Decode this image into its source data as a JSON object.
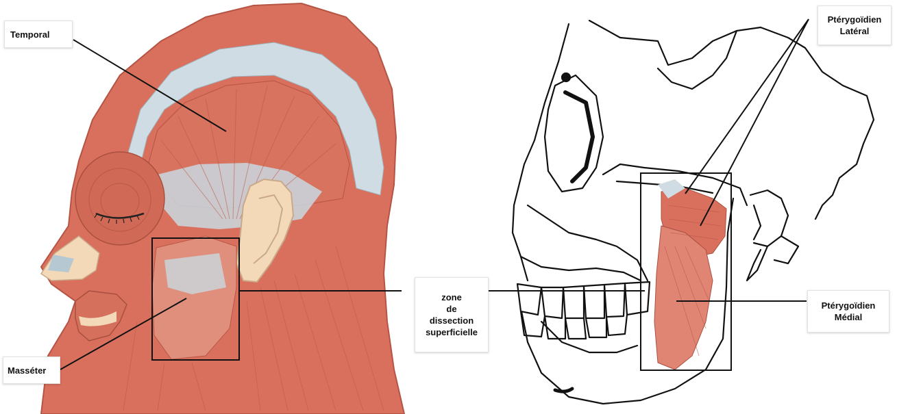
{
  "labels": {
    "temporal": "Temporal",
    "masseter": "Masséter",
    "zone": [
      "zone",
      "de",
      "dissection",
      "superficielle"
    ],
    "pterygoid_lateral": [
      "Ptérygoïdien",
      "Latéral"
    ],
    "pterygoid_medial": [
      "Ptérygoïdien",
      "Médial"
    ]
  },
  "colors": {
    "muscle": "#d9705d",
    "muscle_dark": "#c85a48",
    "muscle_light": "#e89a88",
    "tendon": "#cfdce3",
    "skin": "#f3d9b8",
    "leader": "#111111",
    "bone_outline": "#111111"
  }
}
